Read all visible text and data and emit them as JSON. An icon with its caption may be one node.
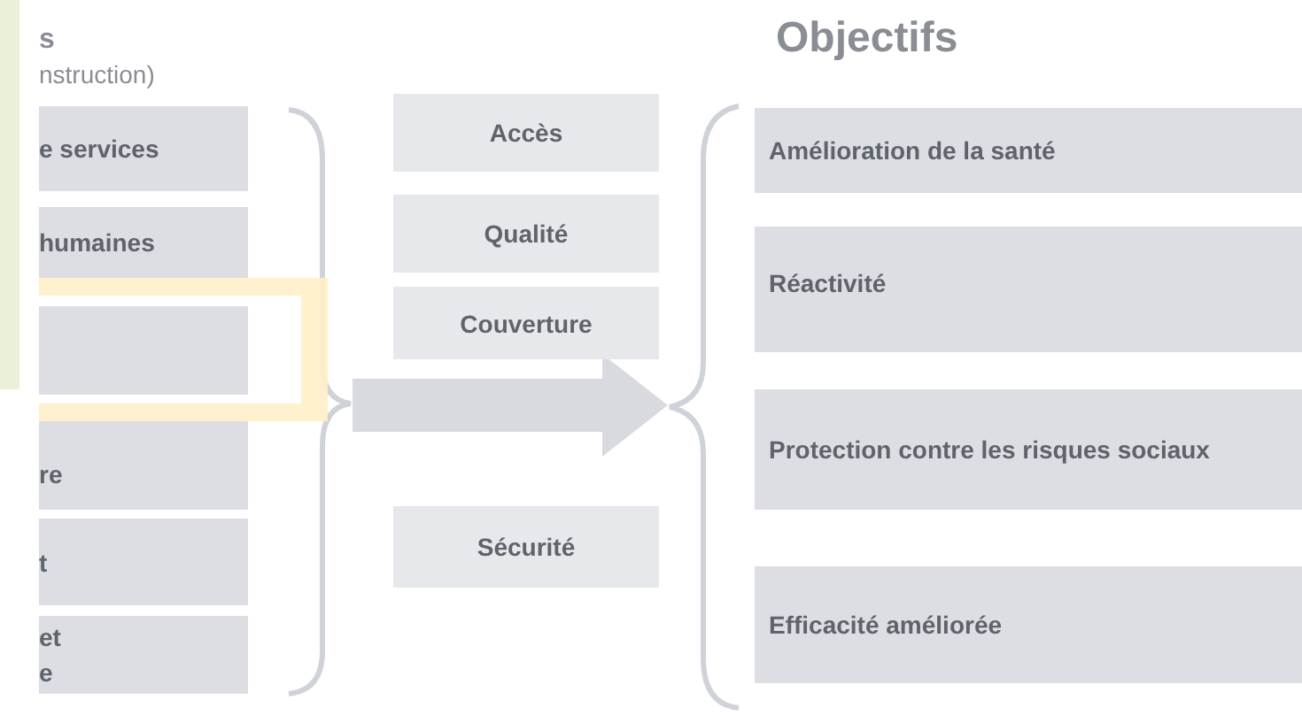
{
  "diagram": {
    "nodes": [
      {
        "text": [
          "e services"
        ]
      },
      {
        "text": [
          "humaines"
        ]
      },
      {
        "text": [],
        "shape": "box"
      },
      {
        "text": [
          "re"
        ]
      },
      {
        "text": [
          "t"
        ]
      },
      {
        "text": [
          "et e"
        ]
      },
      {
        "text": [],
        "shape": "brace"
      },
      {
        "text": [
          "Accès"
        ]
      },
      {
        "text": [
          "Qualité"
        ]
      },
      {
        "text": [
          "Couverture"
        ]
      },
      {
        "text": [
          "Sécurité"
        ]
      },
      {
        "text": [],
        "shape": "brace"
      },
      {
        "text": [
          "Amélioration de la santé"
        ]
      },
      {
        "text": [
          "Réactivité"
        ]
      },
      {
        "text": [
          "Protection contre les risques sociaux"
        ]
      },
      {
        "text": [
          "Efficacité améliorée"
        ]
      }
    ],
    "edges": [
      {
        "from": 6,
        "to": 11,
        "arrow": "to",
        "style": "thick"
      }
    ],
    "labels": [
      "s",
      "nstruction)",
      "Objectifs"
    ]
  }
}
